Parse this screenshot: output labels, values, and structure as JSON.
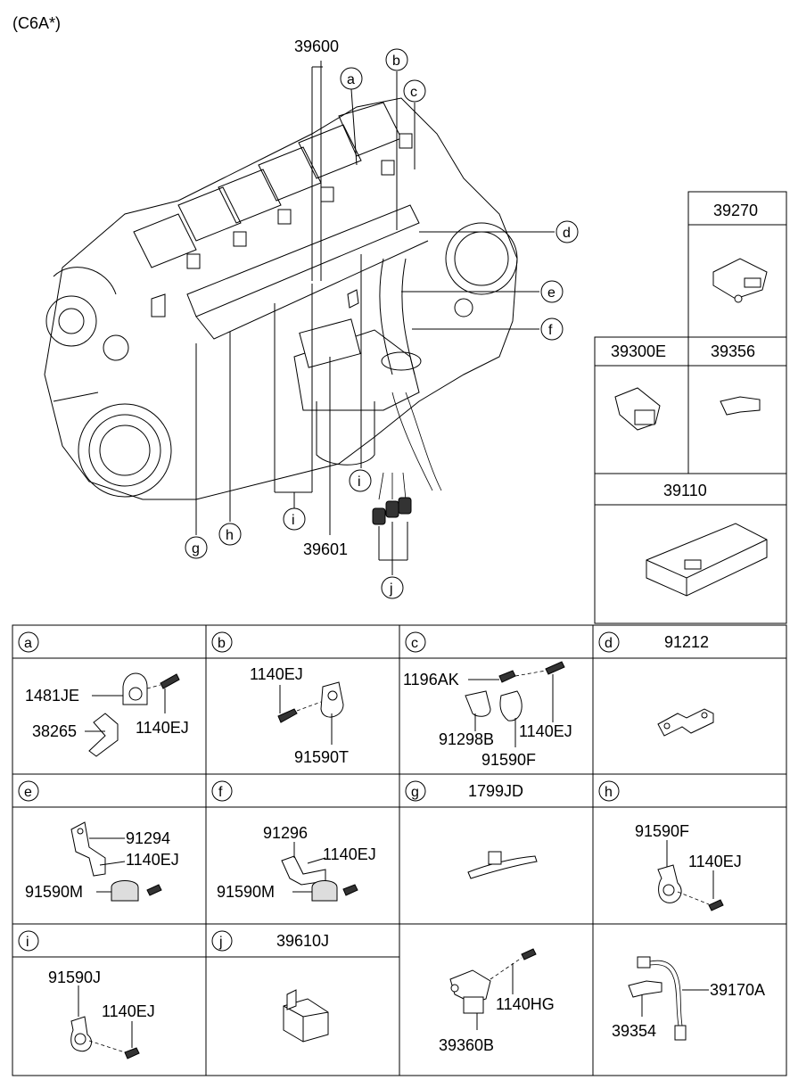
{
  "model_code": "(C6A*)",
  "main_labels": {
    "harness": "39600",
    "harness_lower": "39601"
  },
  "callouts": [
    "a",
    "b",
    "c",
    "d",
    "e",
    "f",
    "g",
    "h",
    "i",
    "i",
    "j"
  ],
  "right_panels": {
    "p1": {
      "number": "39270"
    },
    "p2": {
      "number": "39300E"
    },
    "p3": {
      "number": "39356"
    },
    "p4": {
      "number": "39110"
    }
  },
  "cells": {
    "a": {
      "letter": "a",
      "header": "",
      "labels": [
        "1481JE",
        "38265",
        "1140EJ"
      ]
    },
    "b": {
      "letter": "b",
      "header": "",
      "labels": [
        "1140EJ",
        "91590T"
      ]
    },
    "c": {
      "letter": "c",
      "header": "",
      "labels": [
        "1196AK",
        "91298B",
        "1140EJ",
        "91590F"
      ]
    },
    "d": {
      "letter": "d",
      "header": "91212",
      "labels": []
    },
    "e": {
      "letter": "e",
      "header": "",
      "labels": [
        "91294",
        "1140EJ",
        "91590M"
      ]
    },
    "f": {
      "letter": "f",
      "header": "",
      "labels": [
        "91296",
        "1140EJ",
        "91590M"
      ]
    },
    "g": {
      "letter": "g",
      "header": "1799JD",
      "labels": []
    },
    "h": {
      "letter": "h",
      "header": "",
      "labels": [
        "91590F",
        "1140EJ"
      ]
    },
    "i": {
      "letter": "i",
      "header": "",
      "labels": [
        "91590J",
        "1140EJ"
      ]
    },
    "j": {
      "letter": "j",
      "header": "39610J",
      "labels": []
    },
    "k": {
      "labels": [
        "1140HG",
        "39360B"
      ]
    },
    "l": {
      "labels": [
        "39170A",
        "39354"
      ]
    }
  }
}
